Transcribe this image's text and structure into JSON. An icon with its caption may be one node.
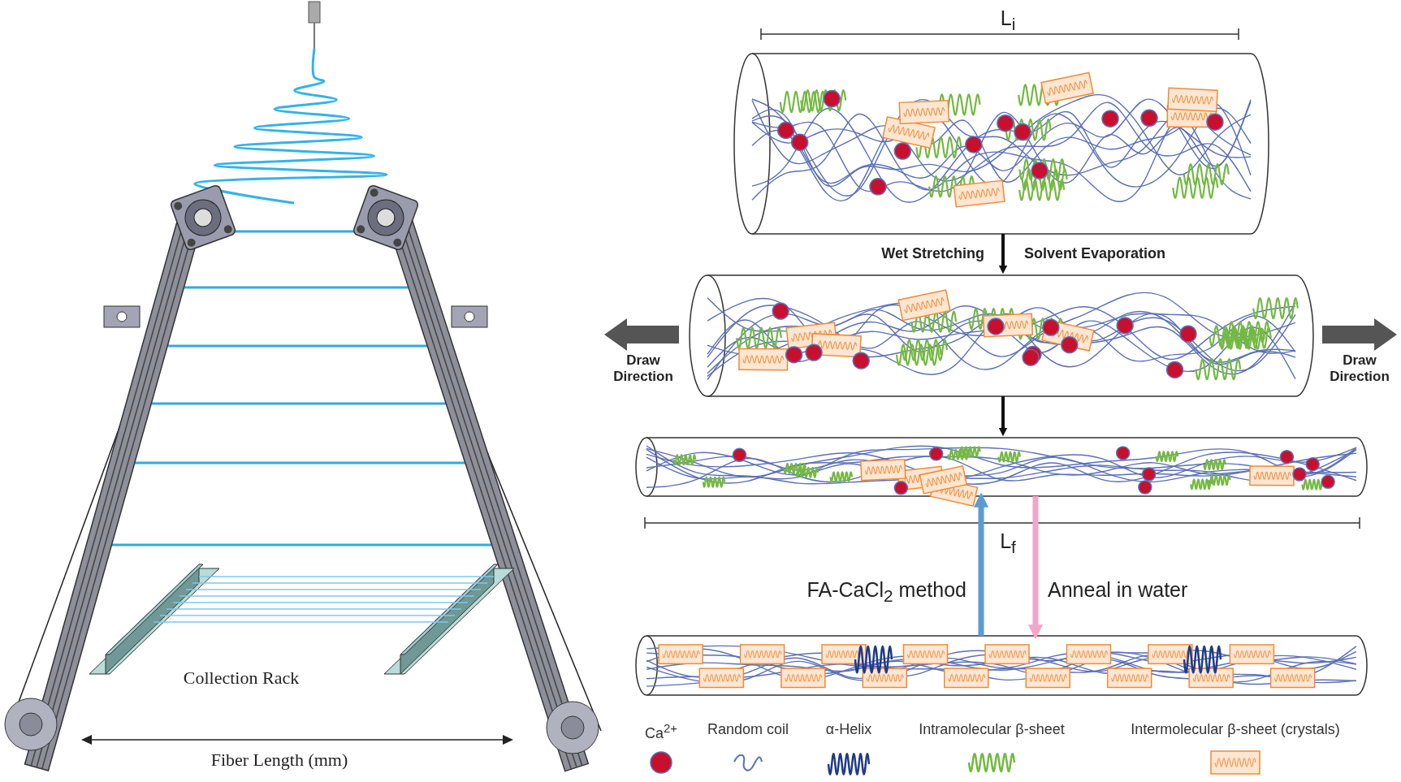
{
  "diagram": {
    "nodes": [
      {
        "text": [],
        "shape": "cylinder"
      },
      {
        "text": [],
        "shape": "cylinder"
      },
      {
        "text": [],
        "shape": "cylinder"
      },
      {
        "text": [],
        "shape": "cylinder"
      }
    ],
    "edges": [
      {
        "from": 0,
        "to": 1,
        "arrow": "to"
      },
      {
        "from": 1,
        "to": 2,
        "arrow": "to"
      },
      {
        "from": 3,
        "to": 2,
        "arrow": "to",
        "color": "#5b9bd5",
        "label": "FA-CaCl$_{2}$ method"
      },
      {
        "from": 2,
        "to": 3,
        "arrow": "to",
        "color": "#f4a6c9",
        "label": "Anneal in water"
      }
    ],
    "labels": [
      "L$_{i}$",
      "Wet Stretching",
      "Solvent Evaporation",
      "Draw Direction",
      "Draw Direction",
      "L$_{f}$",
      "Collection Rack",
      "Fiber Length (mm)"
    ],
    "legend": [
      {
        "text": "Ca$^{2+}$"
      },
      {
        "text": "Random coil"
      },
      {
        "text": "α-Helix"
      },
      {
        "text": "Intramolecular β-sheet"
      },
      {
        "text": "Intermolecular β-sheet (crystals)"
      }
    ]
  }
}
